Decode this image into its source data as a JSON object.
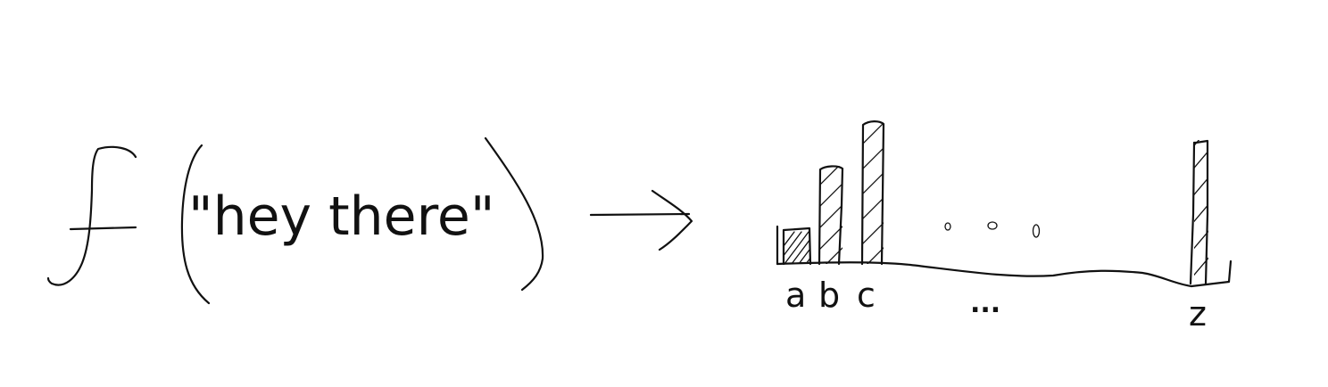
{
  "diagram": {
    "function_symbol": "f",
    "input_string": "\"hey there\"",
    "output": {
      "labels": [
        "a",
        "b",
        "c",
        "z"
      ],
      "ellipsis": "...",
      "heights": [
        0.25,
        0.68,
        1.0,
        0.87
      ]
    }
  }
}
